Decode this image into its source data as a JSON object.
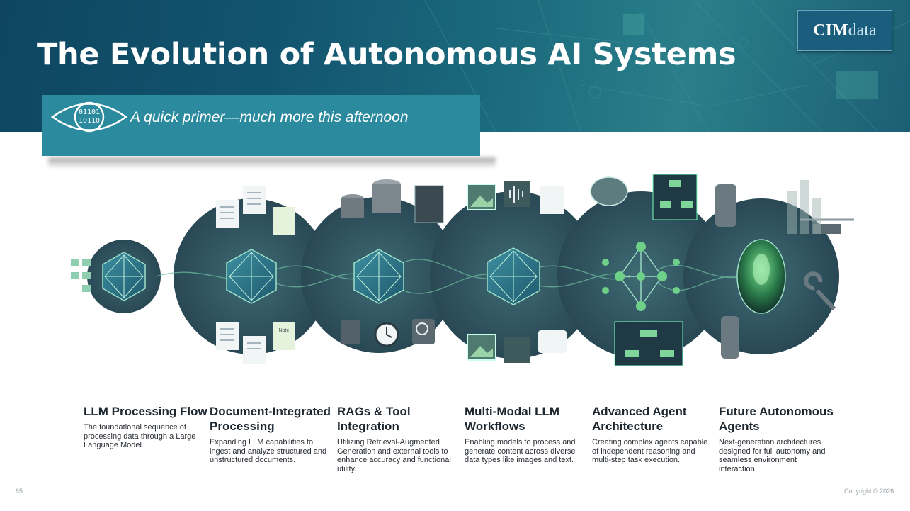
{
  "title": "The Evolution of Autonomous AI Systems",
  "logo": {
    "main": "CIM",
    "sub": "data"
  },
  "subtitle": "A quick primer—much more this afternoon",
  "icon": {
    "name": "binary-eye-icon",
    "line1": "01101",
    "line2": "10110"
  },
  "stages": [
    {
      "title": "LLM Processing Flow",
      "description": "The foundational sequence of processing data through a Large Language Model."
    },
    {
      "title": "Document-Integrated Processing",
      "description": "Expanding LLM capabilities to ingest and analyze structured and unstructured documents."
    },
    {
      "title": "RAGs & Tool Integration",
      "description": "Utilizing Retrieval-Augmented Generation and external tools to enhance accuracy and functional utility."
    },
    {
      "title": "Multi-Modal LLM Workflows",
      "description": "Enabling models to process and generate content across diverse data types like images and text."
    },
    {
      "title": "Advanced Agent Architecture",
      "description": "Creating complex agents capable of independent reasoning and multi-step task execution."
    },
    {
      "title": "Future Autonomous Agents",
      "description": "Next-generation architectures designed for full autonomy and seamless environment interaction."
    }
  ],
  "illustration_note_label": "Note",
  "page_number": "65",
  "copyright": "Copyright © 2026",
  "colors": {
    "header": "#12546f",
    "banner": "#2b8a9e",
    "accent_green": "#5fbf7a",
    "circle_dark": "#2d4a5a"
  }
}
